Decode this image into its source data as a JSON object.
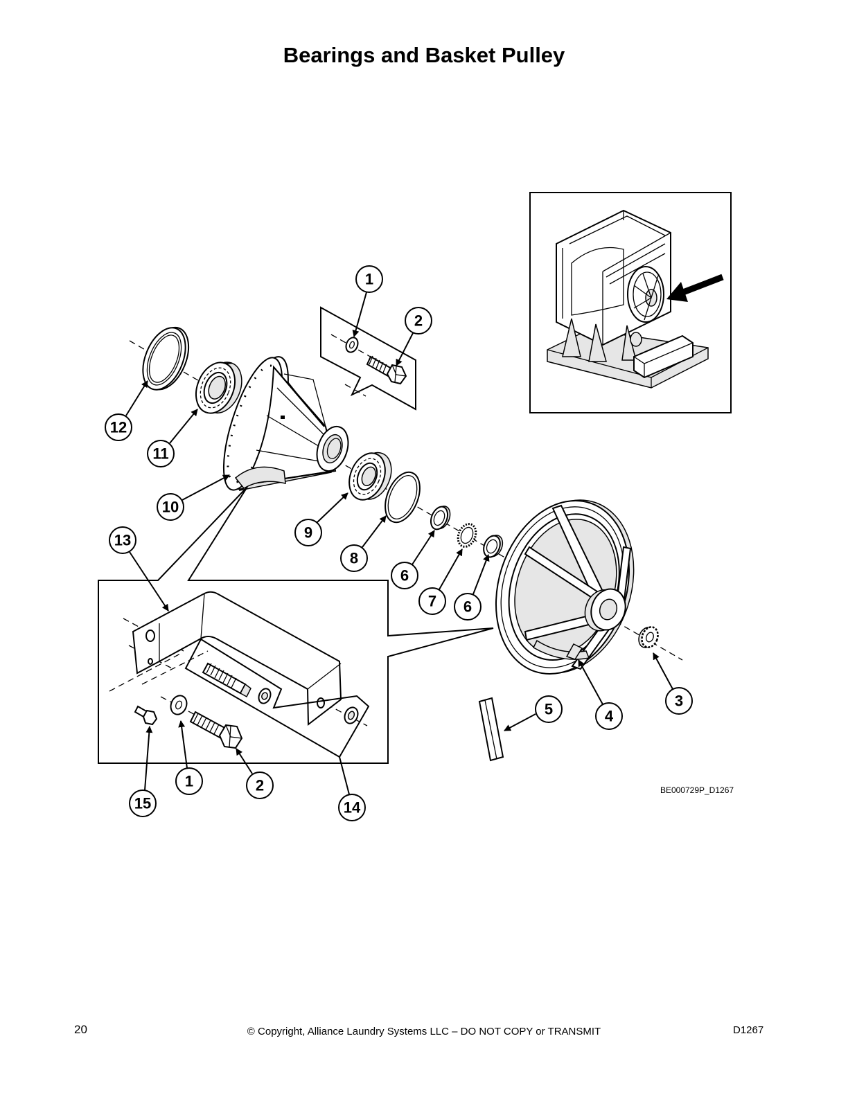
{
  "title": "Bearings and Basket Pulley",
  "callouts": [
    "1",
    "2",
    "12",
    "11",
    "10",
    "13",
    "9",
    "8",
    "6",
    "7",
    "6",
    "5",
    "4",
    "3",
    "1",
    "2",
    "15",
    "14"
  ],
  "figure_id": "BE000729P_D1267",
  "footer": {
    "page_number": "20",
    "copyright": "© Copyright, Alliance Laundry Systems LLC – DO NOT COPY or TRANSMIT",
    "doc_id": "D1267"
  }
}
